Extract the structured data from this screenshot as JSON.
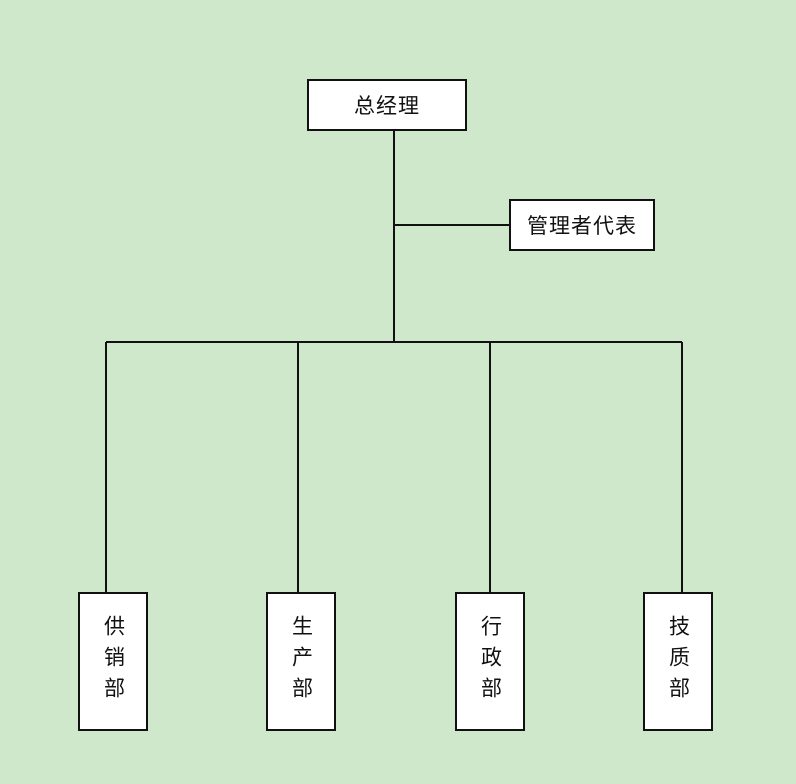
{
  "diagram": {
    "root": {
      "label": "总经理"
    },
    "aside": {
      "label": "管理者代表"
    },
    "departments": [
      {
        "label": "供销部"
      },
      {
        "label": "生产部"
      },
      {
        "label": "行政部"
      },
      {
        "label": "技质部"
      }
    ]
  },
  "colors": {
    "background": "#cfe8cb",
    "box_fill": "#ffffff",
    "stroke": "#111111"
  }
}
